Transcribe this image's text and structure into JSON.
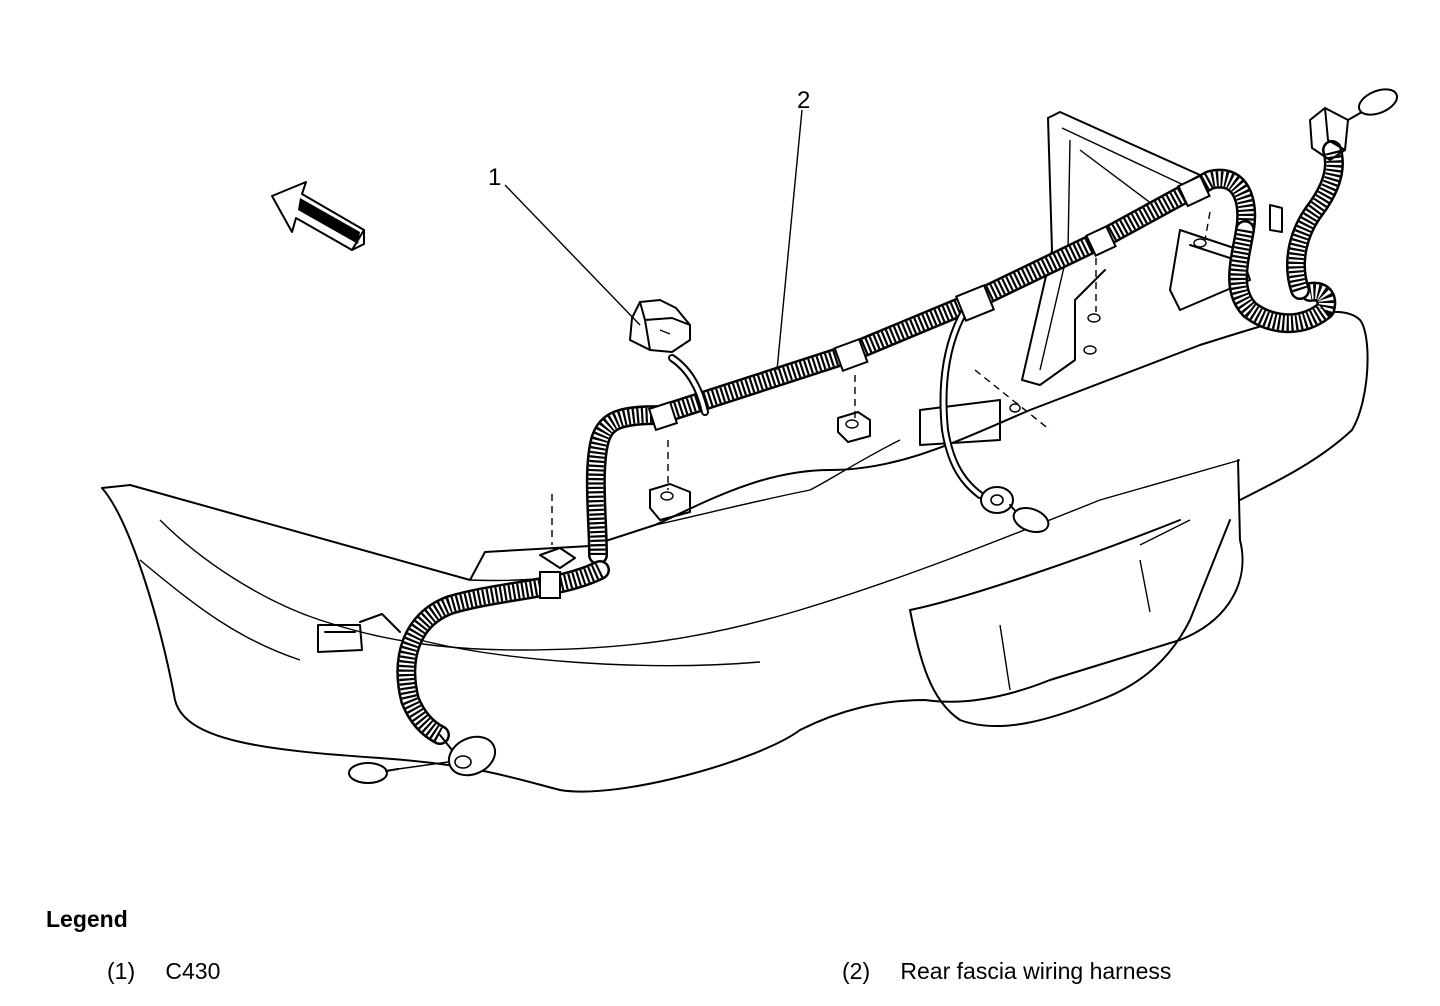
{
  "callouts": {
    "one": "1",
    "two": "2"
  },
  "legend": {
    "title": "Legend",
    "items": [
      {
        "number": "(1)",
        "label": "C430"
      },
      {
        "number": "(2)",
        "label": "Rear fascia wiring harness"
      }
    ]
  },
  "icons": {
    "direction_arrow": "front-direction-arrow"
  }
}
